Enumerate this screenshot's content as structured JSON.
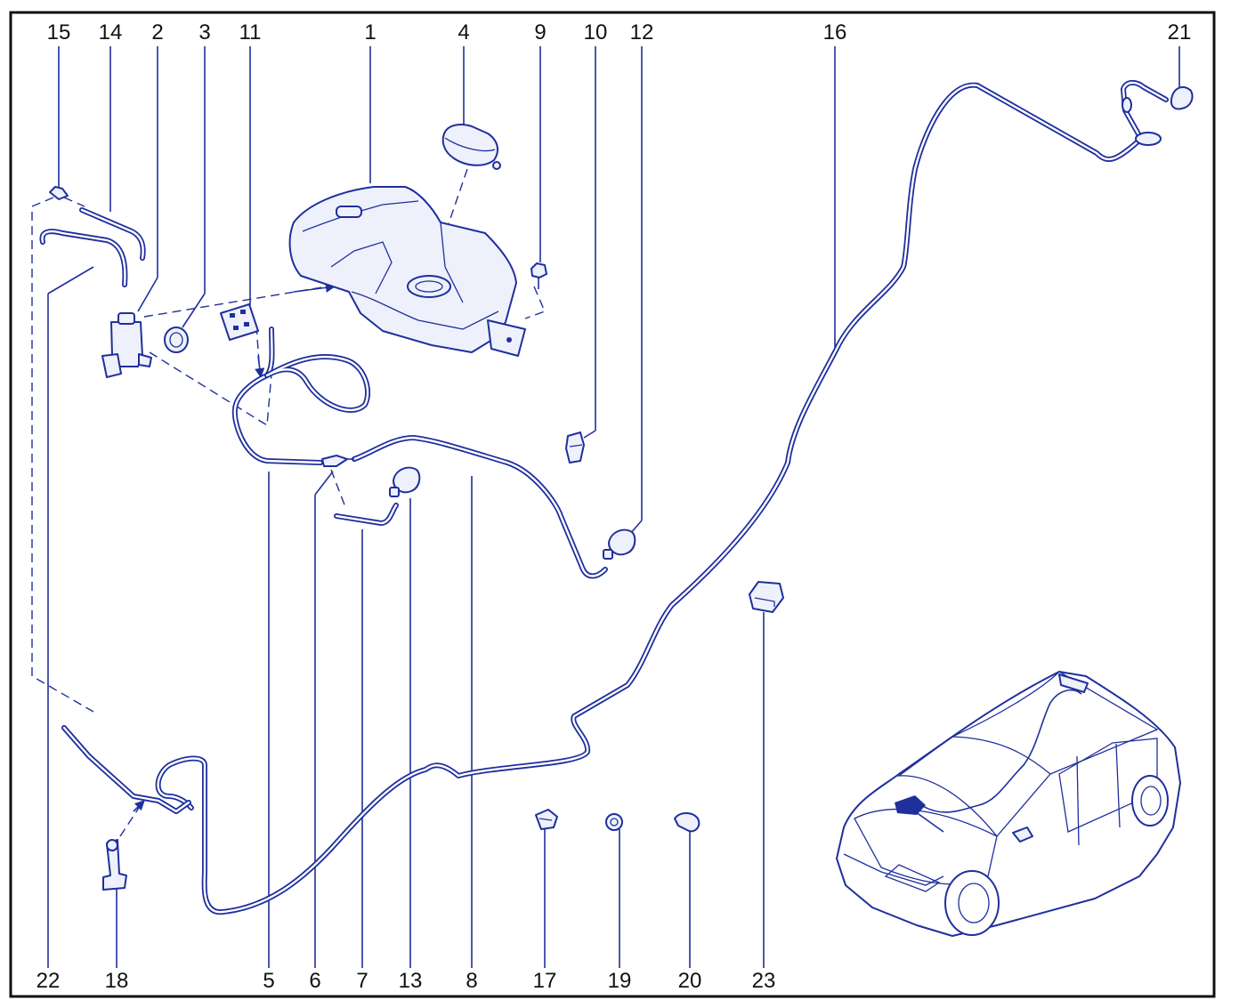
{
  "colors": {
    "line": "#1f2f9c",
    "text": "#111111",
    "frame": "#111111",
    "background": "#ffffff"
  },
  "callouts": {
    "top": [
      "15",
      "14",
      "2",
      "3",
      "11",
      "1",
      "4",
      "9",
      "10",
      "12",
      "16",
      "21"
    ],
    "bottom": [
      "22",
      "18",
      "5",
      "6",
      "7",
      "13",
      "8",
      "17",
      "19",
      "20",
      "23"
    ]
  }
}
